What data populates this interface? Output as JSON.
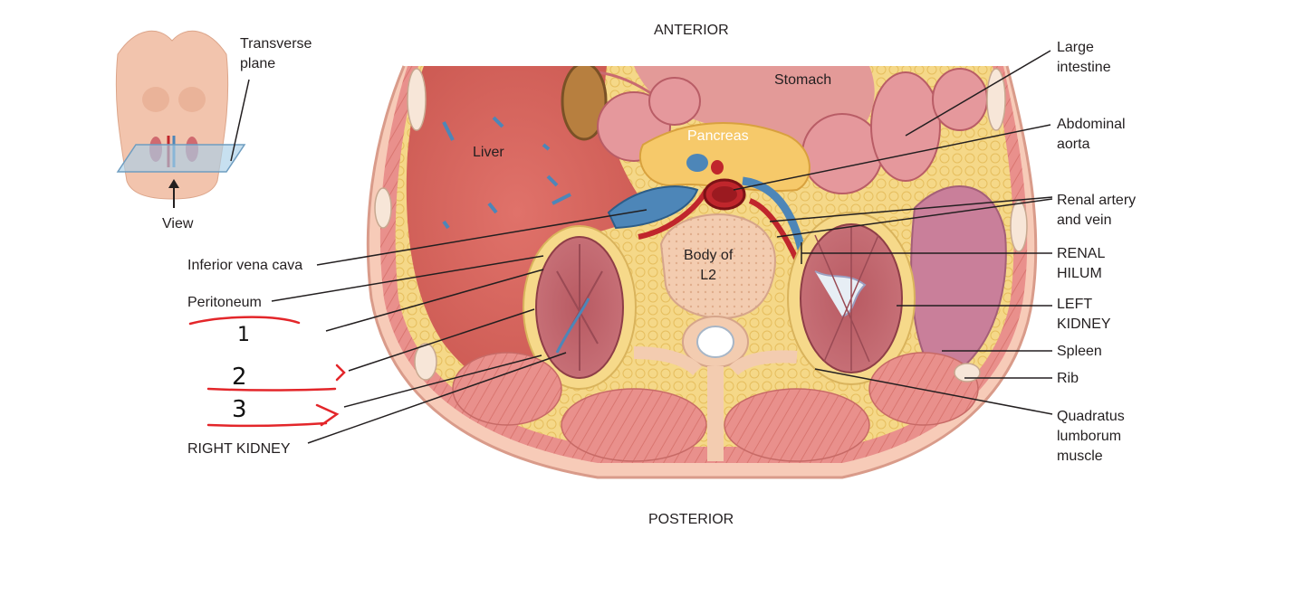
{
  "orientation": {
    "top": "ANTERIOR",
    "bottom": "POSTERIOR"
  },
  "inset": {
    "plane_label": "Transverse\nplane",
    "view_label": "View"
  },
  "organs": {
    "stomach": "Stomach",
    "liver": "Liver",
    "pancreas": "Pancreas",
    "vertebra": "Body of\nL2"
  },
  "labels_left": {
    "ivc": "Inferior vena cava",
    "peritoneum": "Peritoneum",
    "right_kidney": "RIGHT KIDNEY"
  },
  "labels_right": {
    "large_intestine": "Large\nintestine",
    "aorta": "Abdominal\naorta",
    "renal_vessels": "Renal artery\nand vein",
    "renal_hilum": "RENAL\nHILUM",
    "left_kidney": "LEFT\nKIDNEY",
    "spleen": "Spleen",
    "rib": "Rib",
    "quadratus": "Quadratus\nlumborum\nmuscle"
  },
  "handwritten": [
    "1",
    "2",
    "3"
  ],
  "colors": {
    "annotation_red": "#e3262a",
    "tissue_pink": "#e98a86",
    "liver": "#d7645a",
    "fat": "#f6d98a",
    "vein_blue": "#4d86b8",
    "artery_red": "#c0262c"
  }
}
